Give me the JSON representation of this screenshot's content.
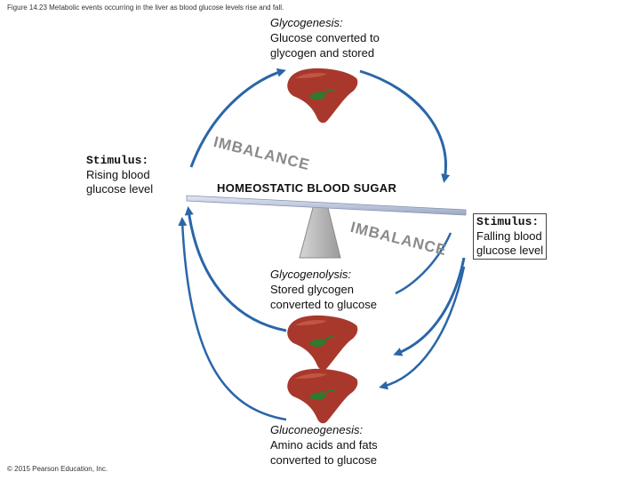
{
  "caption": "Figure 14.23 Metabolic events occurring in the liver as blood glucose levels rise and fall.",
  "copyright": "© 2015 Pearson Education, Inc.",
  "glycogenesis": {
    "title": "Glycogenesis:",
    "line1": "Glucose converted to",
    "line2": "glycogen and stored"
  },
  "stimulus_rising": {
    "title": "Stimulus:",
    "line1": "Rising blood",
    "line2": "glucose level"
  },
  "stimulus_falling": {
    "title": "Stimulus:",
    "line1": "Falling blood",
    "line2": "glucose level"
  },
  "homeostatic_label": "HOMEOSTATIC BLOOD SUGAR",
  "imbalance_label_left": "IMBALANCE",
  "imbalance_label_right": "IMBALANCE",
  "glycogenolysis": {
    "title": "Glycogenolysis:",
    "line1": "Stored glycogen",
    "line2": "converted to glucose"
  },
  "gluconeogenesis": {
    "title": "Gluconeogenesis:",
    "line1": "Amino acids and fats",
    "line2": "converted to glucose"
  },
  "colors": {
    "arrow": "#2a66a8",
    "liver": "#a8382c",
    "gallbladder": "#2f7a2f",
    "beam": "#b9c3da",
    "fulcrum": "#b8b8b8",
    "imbalance_text": "#8a8a8a"
  },
  "icons": [
    "liver-icon",
    "gallbladder-icon",
    "fulcrum-icon",
    "curved-arrow-icon"
  ]
}
